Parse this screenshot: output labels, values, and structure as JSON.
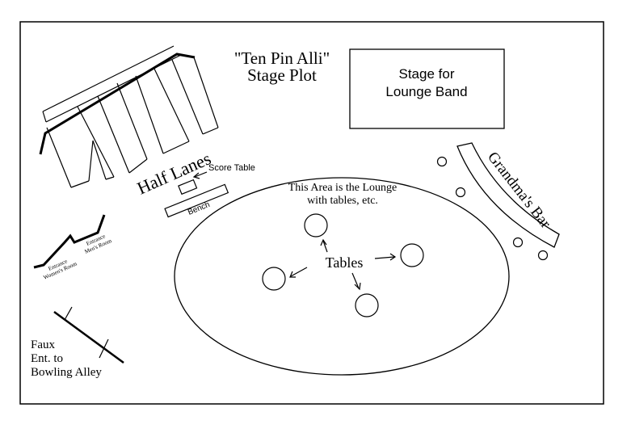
{
  "title": {
    "line1": "\"Ten Pin Alli\"",
    "line2": "Stage Plot"
  },
  "stage": {
    "line1": "Stage for",
    "line2": "Lounge Band"
  },
  "half_lanes": "Half Lanes",
  "score_table": "Score Table",
  "bench": "Bench",
  "lounge": {
    "line1": "This Area is the Lounge",
    "line2": "with tables, etc."
  },
  "tables": "Tables",
  "grandmas_bar": "Grandma's Bar",
  "entrance_womens": {
    "line1": "Entrance",
    "line2": "Women's Room"
  },
  "entrance_mens": {
    "line1": "Entrance",
    "line2": "Men's Room"
  },
  "faux_entrance": {
    "line1": "Faux",
    "line2": "Ent. to",
    "line3": "Bowling Alley"
  }
}
